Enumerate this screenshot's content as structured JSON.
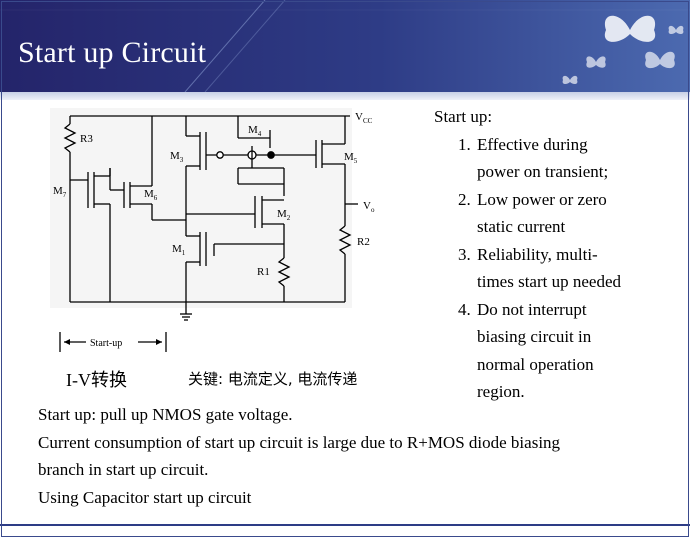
{
  "slide": {
    "title": "Start up Circuit"
  },
  "circuit": {
    "labels": {
      "vcc": "V",
      "vcc_sub": "CC",
      "vo": "V",
      "vo_sub": "o",
      "m1": "M",
      "m1_sub": "1",
      "m2": "M",
      "m2_sub": "2",
      "m3": "M",
      "m3_sub": "3",
      "m4": "M",
      "m4_sub": "4",
      "m5": "M",
      "m5_sub": "5",
      "m6": "M",
      "m6_sub": "6",
      "m7": "M",
      "m7_sub": "7",
      "r1": "R1",
      "r2": "R2",
      "r3": "R3",
      "startup": "Start-up"
    },
    "iv_caption": "I-V转换",
    "keywords": "关键: 电流定义, 电流传递"
  },
  "bullets": {
    "heading": "Start up:",
    "items": [
      {
        "num": "1.",
        "lines": [
          "Effective during",
          "power on transient;"
        ]
      },
      {
        "num": "2.",
        "lines": [
          "Low power or zero",
          "static current"
        ]
      },
      {
        "num": "3.",
        "lines": [
          "Reliability, multi-",
          "times start up needed"
        ]
      },
      {
        "num": "4.",
        "lines": [
          "Do not interrupt",
          "biasing circuit in",
          "normal operation",
          "region."
        ]
      }
    ]
  },
  "notes": [
    "Start up: pull up NMOS gate voltage.",
    "Current consumption of start up circuit is large due to R+MOS diode biasing",
    "branch in start up circuit.",
    "Using Capacitor start up circuit"
  ],
  "colors": {
    "header_dark": "#24246a",
    "header_light": "#4c6ab0",
    "accent": "#2d3c86"
  }
}
